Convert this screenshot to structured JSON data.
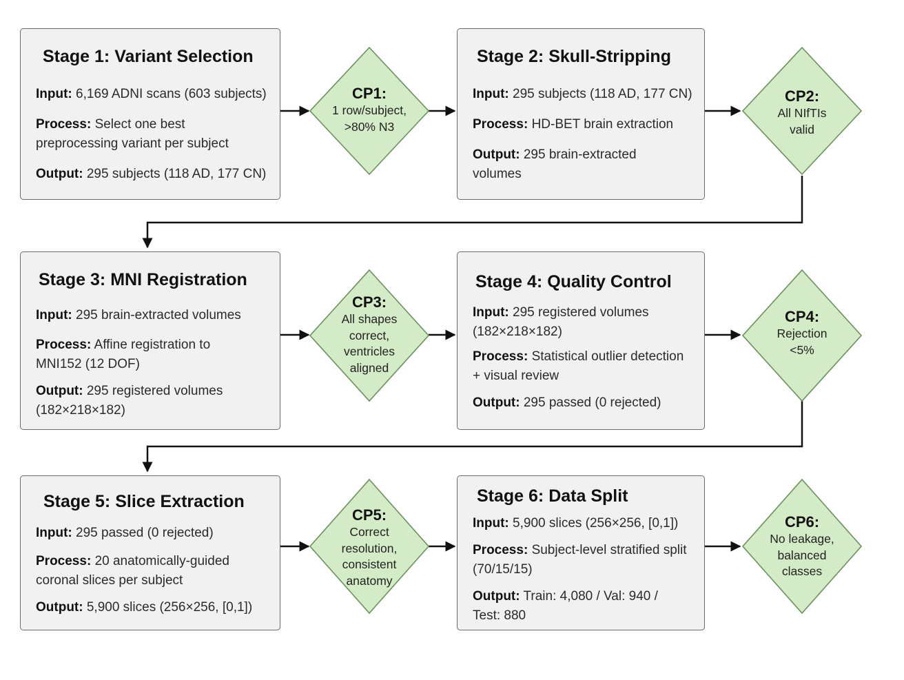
{
  "stages": [
    {
      "title": "Stage 1: Variant Selection",
      "input_label": "Input:",
      "input": "6,169 ADNI scans (603 subjects)",
      "process_label": "Process:",
      "process": "Select one best preprocessing variant per subject",
      "output_label": "Output:",
      "output": "295 subjects (118 AD, 177 CN)"
    },
    {
      "title": "Stage 2: Skull-Stripping",
      "input_label": "Input:",
      "input": "295 subjects (118 AD, 177 CN)",
      "process_label": "Process:",
      "process": "HD-BET brain extraction",
      "output_label": "Output:",
      "output": "295 brain-extracted volumes"
    },
    {
      "title": "Stage 3: MNI Registration",
      "input_label": "Input:",
      "input": "295 brain-extracted volumes",
      "process_label": "Process:",
      "process": "Affine registration to MNI152 (12 DOF)",
      "output_label": "Output:",
      "output": "295 registered volumes (182×218×182)"
    },
    {
      "title": "Stage 4: Quality Control",
      "input_label": "Input:",
      "input": "295 registered volumes (182×218×182)",
      "process_label": "Process:",
      "process": "Statistical outlier detection + visual review",
      "output_label": "Output:",
      "output": "295 passed (0 rejected)"
    },
    {
      "title": "Stage 5: Slice Extraction",
      "input_label": "Input:",
      "input": "295 passed (0 rejected)",
      "process_label": "Process:",
      "process": "20 anatomically-guided coronal slices per subject",
      "output_label": "Output:",
      "output": "5,900 slices (256×256, [0,1])"
    },
    {
      "title": "Stage 6: Data Split",
      "input_label": "Input:",
      "input": "5,900 slices (256×256, [0,1])",
      "process_label": "Process:",
      "process": "Subject-level stratified split (70/15/15)",
      "output_label": "Output:",
      "output": "Train: 4,080 / Val: 940 / Test: 880"
    }
  ],
  "checkpoints": [
    {
      "title": "CP1:",
      "desc": "1 row/subject,\n>80% N3"
    },
    {
      "title": "CP2:",
      "desc": "All NIfTIs\nvalid"
    },
    {
      "title": "CP3:",
      "desc": "All shapes\ncorrect,\nventricles\naligned"
    },
    {
      "title": "CP4:",
      "desc": "Rejection\n<5%"
    },
    {
      "title": "CP5:",
      "desc": "Correct\nresolution,\nconsistent\nanatomy"
    },
    {
      "title": "CP6:",
      "desc": "No leakage,\nbalanced\nclasses"
    }
  ],
  "colors": {
    "stage_fill": "#f1f1f1",
    "stage_border": "#6a6a6a",
    "diamond_fill": "#d3ebc6",
    "diamond_border": "#6b8f5e",
    "arrow": "#111111"
  }
}
